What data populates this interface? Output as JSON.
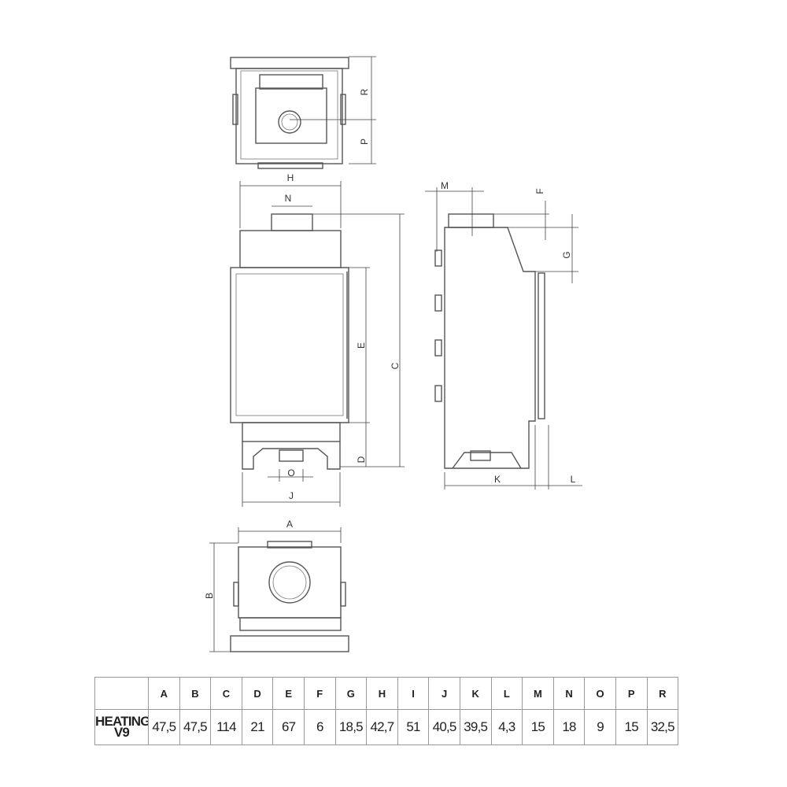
{
  "dimension_labels": {
    "A": "A",
    "B": "B",
    "C": "C",
    "D": "D",
    "E": "E",
    "F": "F",
    "G": "G",
    "H": "H",
    "J": "J",
    "K": "K",
    "L": "L",
    "M": "M",
    "N": "N",
    "O": "O",
    "P": "P",
    "R": "R"
  },
  "table": {
    "headers": [
      "A",
      "B",
      "C",
      "D",
      "E",
      "F",
      "G",
      "H",
      "I",
      "J",
      "K",
      "L",
      "M",
      "N",
      "O",
      "P",
      "R"
    ],
    "model_line1": "HEATING",
    "model_line2": "V9",
    "values": [
      "47,5",
      "47,5",
      "114",
      "21",
      "67",
      "6",
      "18,5",
      "42,7",
      "51",
      "40,5",
      "39,5",
      "4,3",
      "15",
      "18",
      "9",
      "15",
      "32,5"
    ]
  }
}
